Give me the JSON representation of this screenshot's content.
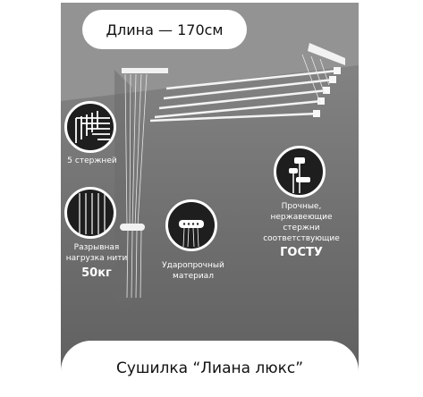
{
  "header": {
    "length_label": "Длина — 170см"
  },
  "features": {
    "rods": {
      "text": "5 стержней",
      "icon": "rods-closeup-icon"
    },
    "tensile": {
      "line1": "Разрывная",
      "line2": "нагрузка нити",
      "value": "50кг",
      "icon": "threads-closeup-icon"
    },
    "shockproof": {
      "line1": "Ударопрочный",
      "line2": "материал",
      "icon": "bracket-closeup-icon"
    },
    "gost": {
      "line1": "Прочные,",
      "line2": "нержавеющие",
      "line3": "стержни",
      "line4": "соответствующие",
      "value": "ГОСТУ",
      "icon": "rod-end-closeup-icon"
    }
  },
  "footer": {
    "product_name": "Сушилка “Лиана люкс”"
  },
  "colors": {
    "background": "#7a7a7a",
    "pill": "#ffffff",
    "circle": "#1e1e1e",
    "text_light": "#ffffff",
    "text_dark": "#111111"
  }
}
